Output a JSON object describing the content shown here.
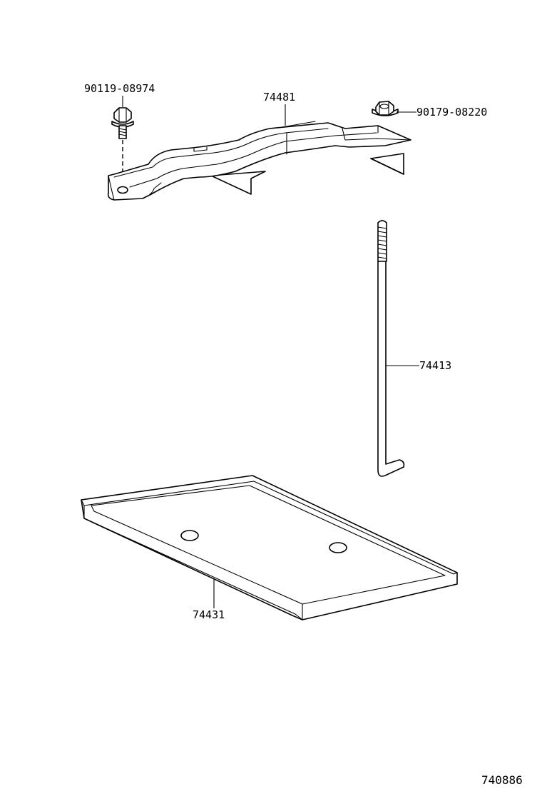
{
  "parts": {
    "bolt": {
      "number": "90119-08974",
      "icon": "flange-bolt-icon"
    },
    "hold_down_clamp": {
      "number": "74481",
      "icon": "battery-clamp-icon"
    },
    "nut": {
      "number": "90179-08220",
      "icon": "flange-nut-icon"
    },
    "hold_down_rod": {
      "number": "74413",
      "icon": "j-hook-rod-icon"
    },
    "battery_tray": {
      "number": "74431",
      "icon": "battery-tray-icon"
    }
  },
  "illustration_id": "740886"
}
